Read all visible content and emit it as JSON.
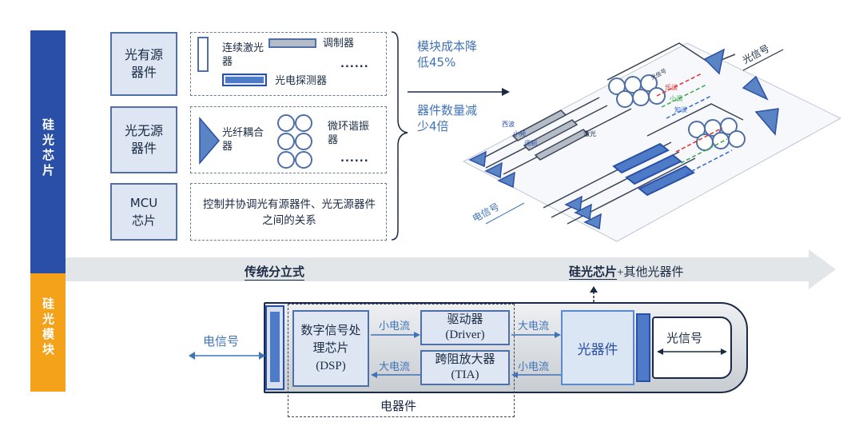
{
  "side": {
    "top_label": "硅光芯片",
    "bottom_label": "硅光模块",
    "top_color": "#2a4fa6",
    "bottom_color": "#f5a21b"
  },
  "components": {
    "active": {
      "name": "光有源器件",
      "items": [
        "连续激光器",
        "调制器",
        "......",
        "光电探测器"
      ]
    },
    "passive": {
      "name": "光无源器件",
      "items": [
        "光纤耦合器",
        "微环谐振器",
        "......"
      ]
    },
    "mcu": {
      "name": "MCU芯片",
      "desc": "控制并协调光有源器件、光无源器件之间的关系"
    }
  },
  "benefits": {
    "cost": "模块成本降低45%",
    "count": "器件数量减少4倍"
  },
  "chip_image": {
    "light_signal_out": "光信号",
    "electric_signal_in": "电信号",
    "waveguide": "光信号",
    "tags_left": [
      "西波",
      "小频",
      "调制"
    ],
    "tags_mid": [
      "乐谈",
      "小调",
      "知谈"
    ],
    "center_label": "激光"
  },
  "band": {
    "left": "传统分立式",
    "right_bold": "硅光芯片",
    "right_rest": "+其他光器件"
  },
  "module": {
    "electric_signal": "电信号",
    "dsp": "数字信号处理芯片(DSP)",
    "driver_name": "驱动器",
    "driver_en": "(Driver)",
    "tia_name": "跨阻放大器",
    "tia_en": "(TIA)",
    "small_current_1": "小电流",
    "big_current_1": "大电流",
    "big_current_2": "大电流",
    "small_current_2": "小电流",
    "optical_device": "光器件",
    "optical_signal": "光信号",
    "electrical_devices": "电器件"
  }
}
